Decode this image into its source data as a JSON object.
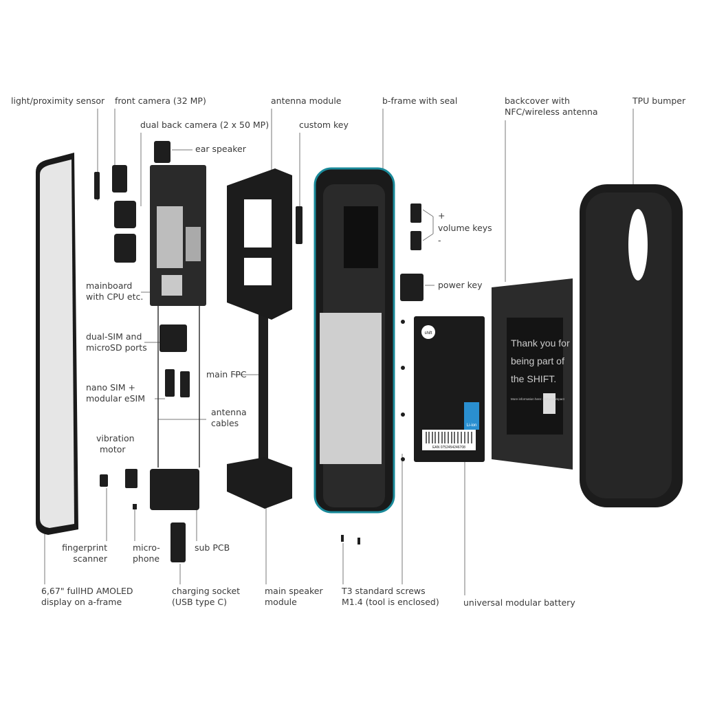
{
  "labels": {
    "light_sensor": "light/proximity sensor",
    "front_camera": "front camera (32 MP)",
    "back_camera": "dual back camera (2 x 50 MP)",
    "ear_speaker": "ear speaker",
    "antenna_module": "antenna module",
    "custom_key": "custom key",
    "b_frame": "b-frame with seal",
    "backcover_1": "backcover with",
    "backcover_2": "NFC/wireless antenna",
    "tpu_bumper": "TPU bumper",
    "plus": "+",
    "volume_keys": "volume keys",
    "minus": "-",
    "power_key": "power key",
    "mainboard_1": "mainboard",
    "mainboard_2": "with CPU etc.",
    "dual_sim_1": "dual-SIM and",
    "dual_sim_2": "microSD ports",
    "main_fpc": "main FPC",
    "nano_sim_1": "nano SIM +",
    "nano_sim_2": "modular eSIM",
    "antenna_cables_1": "antenna",
    "antenna_cables_2": "cables",
    "vibration_1": "vibration",
    "vibration_2": "motor",
    "fingerprint_1": "fingerprint",
    "fingerprint_2": "scanner",
    "microphone_1": "micro-",
    "microphone_2": "phone",
    "sub_pcb": "sub PCB",
    "display_1": "6,67\" fullHD AMOLED",
    "display_2": "display on a-frame",
    "charging_1": "charging socket",
    "charging_2": "(USB type C)",
    "speaker_1": "main speaker",
    "speaker_2": "module",
    "screws_1": "T3 standard screws",
    "screws_2": "M1.4 (tool is enclosed)",
    "battery": "universal modular battery"
  },
  "battery_print": {
    "logo": "shift",
    "badge": "Li-ion",
    "barcode": "EAN 0752454246708"
  },
  "backcover_print": {
    "line1": "Thank you for",
    "line2": "being part of",
    "line3": "the SHIFT.",
    "info": "More information here: shift.eco/impact"
  },
  "colors": {
    "seal": "#1a8a9a",
    "badge": "#2a8fd0",
    "part": "#1e1e1e"
  }
}
